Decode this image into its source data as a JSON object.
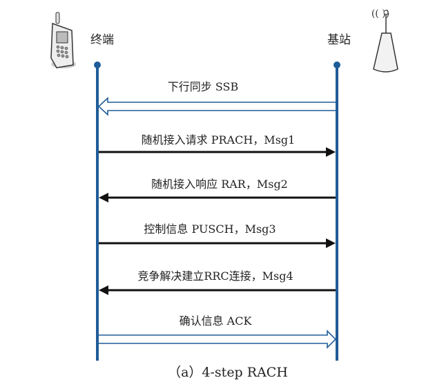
{
  "actors": {
    "terminal": "终端",
    "base_station": "基站"
  },
  "messages": [
    {
      "label": "下行同步 SSB",
      "direction": "left",
      "style": "hollow"
    },
    {
      "label": "随机接入请求 PRACH，Msg1",
      "direction": "right",
      "style": "solid"
    },
    {
      "label": "随机接入响应 RAR，Msg2",
      "direction": "left",
      "style": "solid"
    },
    {
      "label": "控制信息 PUSCH，Msg3",
      "direction": "right",
      "style": "solid"
    },
    {
      "label": "竞争解决建立RRC连接，Msg4",
      "direction": "left",
      "style": "solid"
    },
    {
      "label": "确认信息 ACK",
      "direction": "right",
      "style": "hollow"
    }
  ],
  "caption": "（a）4-step RACH",
  "colors": {
    "lifeline": "#1f5c99",
    "arrow": "#111111"
  }
}
